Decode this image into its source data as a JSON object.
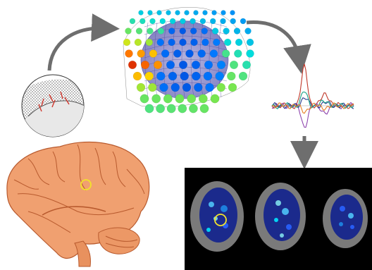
{
  "figure": {
    "panels": [
      {
        "id": "cortex-mesh",
        "icon": "cortical-mesh-icon"
      },
      {
        "id": "sensor-helmet",
        "icon": "sensor-helmet-icon"
      },
      {
        "id": "waveforms",
        "icon": "signal-waveforms-icon"
      },
      {
        "id": "brain",
        "icon": "brain-icon"
      },
      {
        "id": "source-maps",
        "icon": "axial-slices-icon"
      }
    ],
    "colors": {
      "brain": "#f0a070",
      "brain_outline": "#b85a2e",
      "marker": "#f2e32a",
      "arrow": "#6e6e6e",
      "slice_bg": "#000000",
      "activation": "#2e5cff"
    },
    "waveform_colors": [
      "#c0392b",
      "#8e44ad",
      "#2c3e8f",
      "#16a085",
      "#e67e22"
    ]
  }
}
